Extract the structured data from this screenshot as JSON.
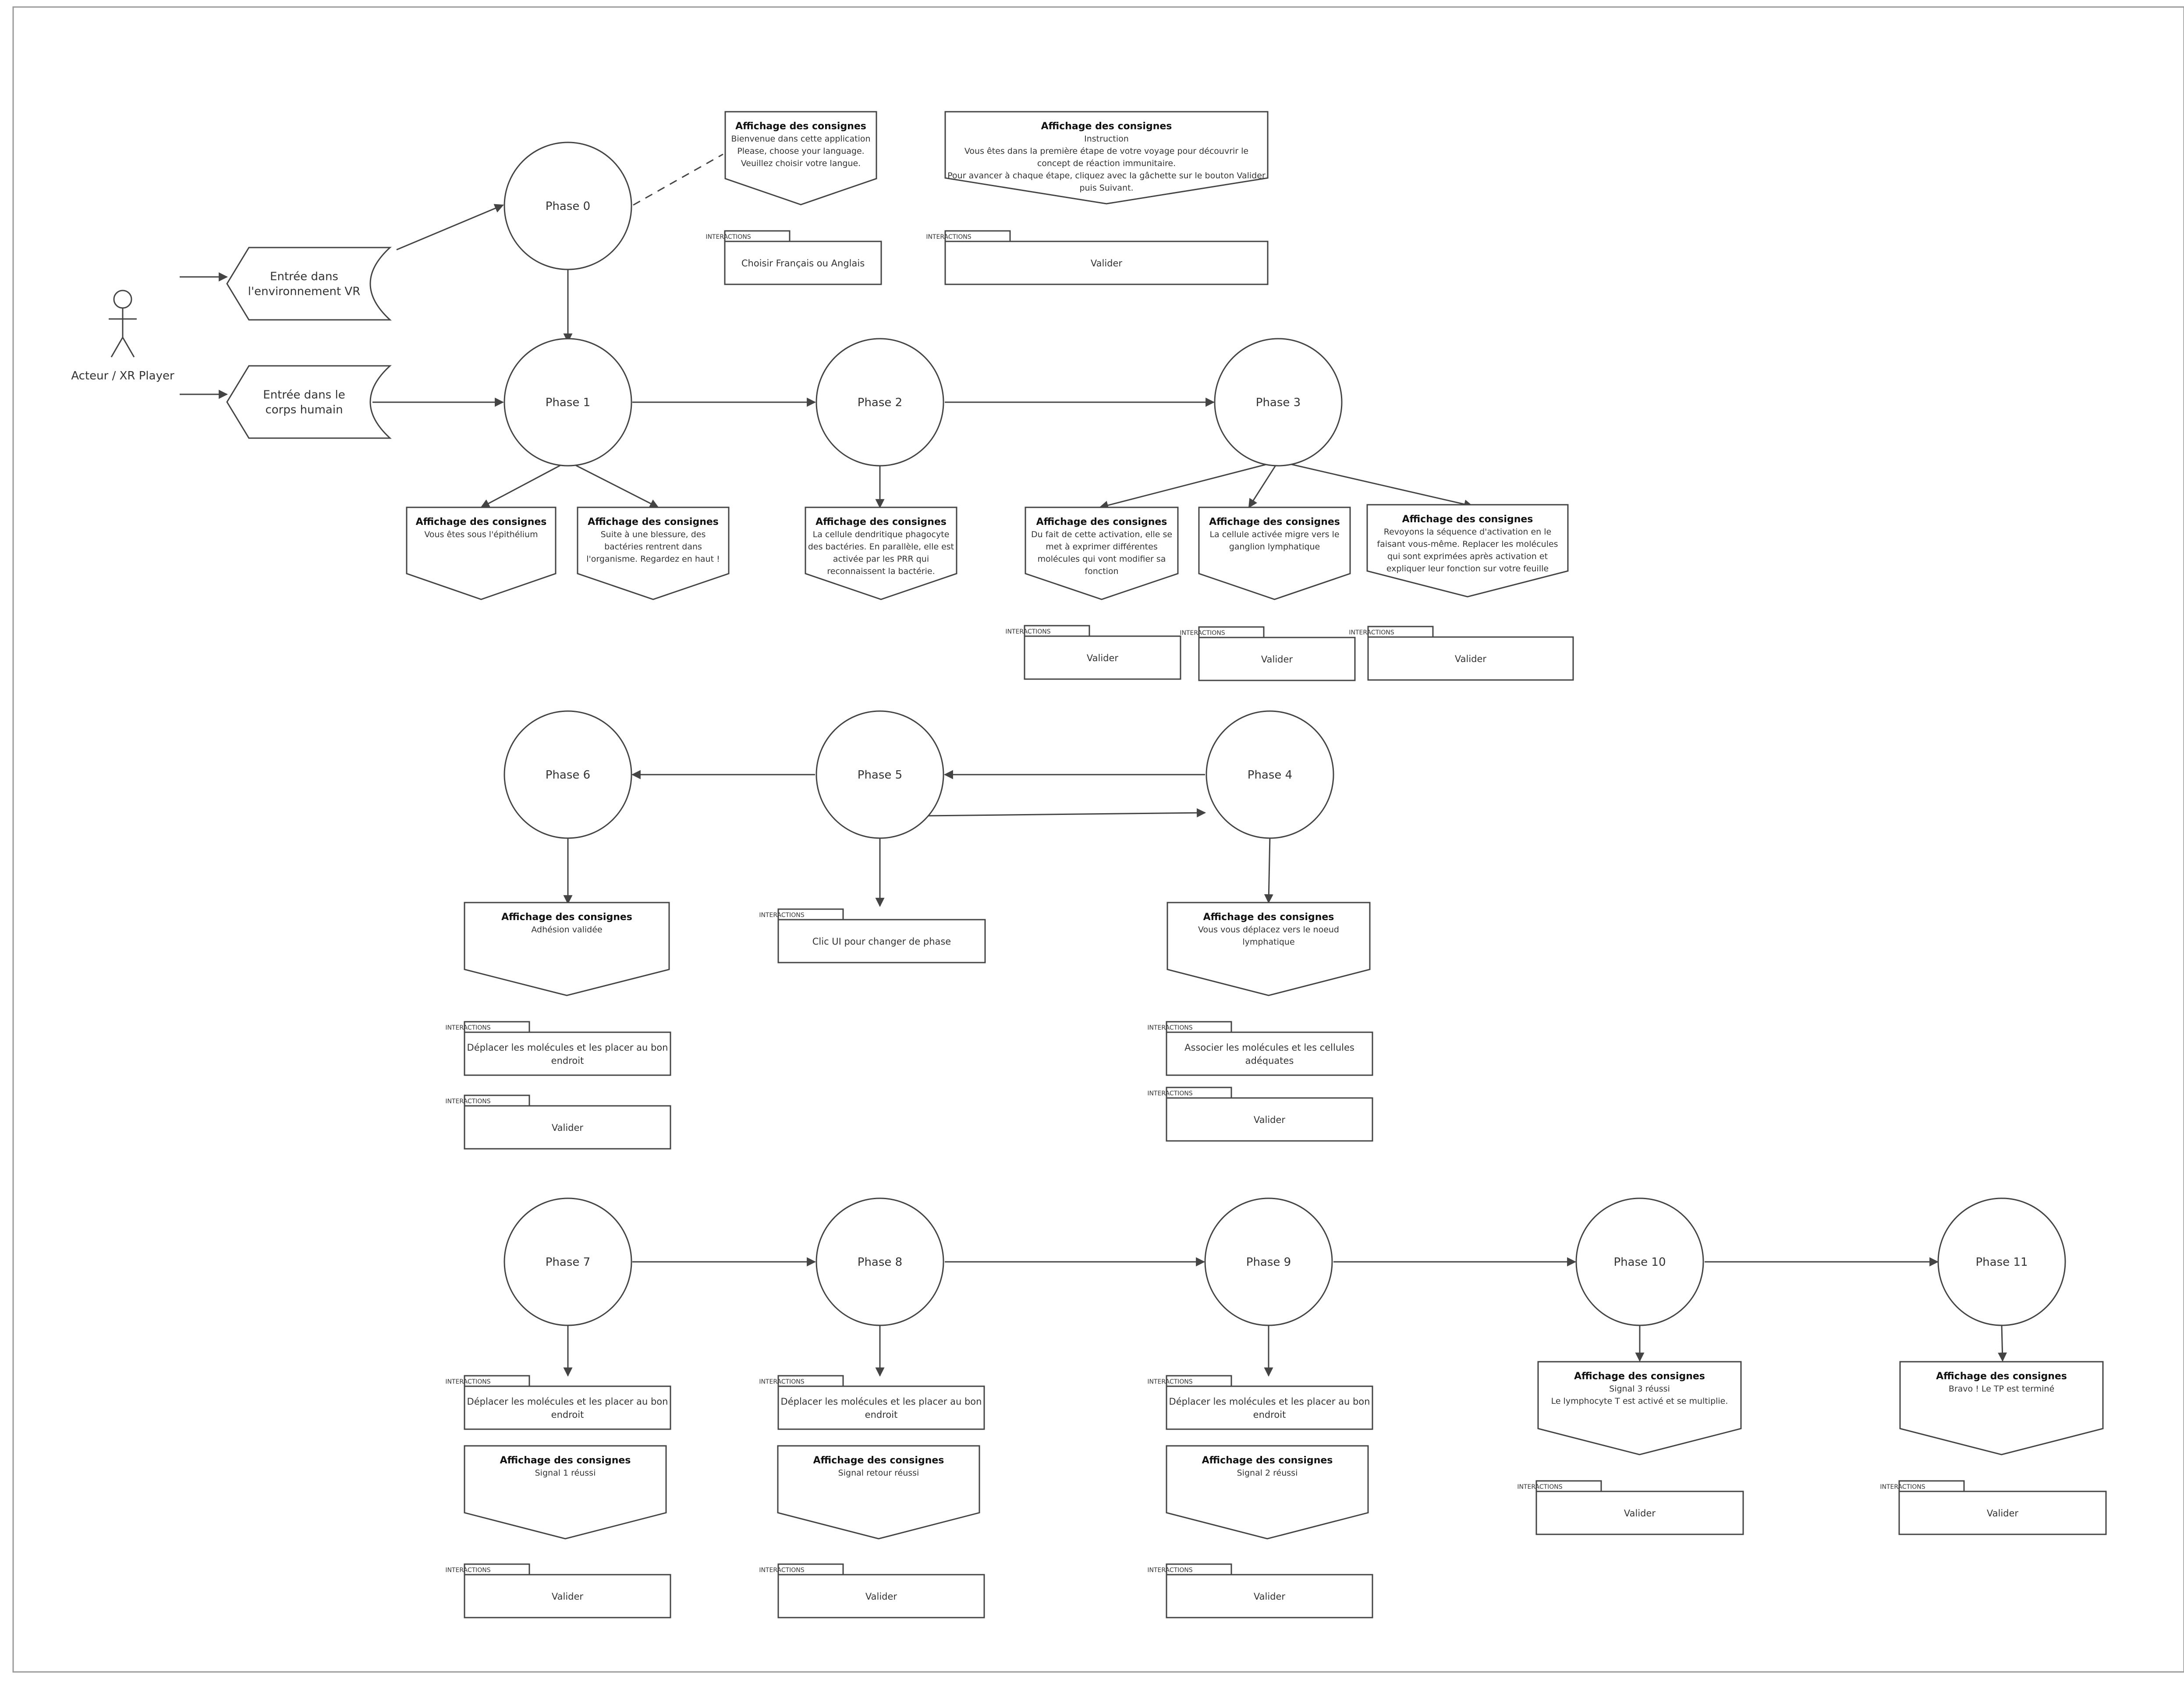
{
  "actor": {
    "label": "Acteur / XR Player"
  },
  "entries": [
    {
      "id": "entry-vr",
      "lines": [
        "Entrée dans",
        "l'environnement VR"
      ]
    },
    {
      "id": "entry-body",
      "lines": [
        "Entrée dans le",
        "corps humain"
      ]
    }
  ],
  "phases": [
    {
      "id": "p0",
      "label": "Phase 0"
    },
    {
      "id": "p1",
      "label": "Phase 1"
    },
    {
      "id": "p2",
      "label": "Phase 2"
    },
    {
      "id": "p3",
      "label": "Phase 3"
    },
    {
      "id": "p4",
      "label": "Phase 4"
    },
    {
      "id": "p5",
      "label": "Phase 5"
    },
    {
      "id": "p6",
      "label": "Phase 6"
    },
    {
      "id": "p7",
      "label": "Phase 7"
    },
    {
      "id": "p8",
      "label": "Phase 8"
    },
    {
      "id": "p9",
      "label": "Phase 9"
    },
    {
      "id": "p10",
      "label": "Phase 10"
    },
    {
      "id": "p11",
      "label": "Phase 11"
    }
  ],
  "consignes": [
    {
      "id": "c0a",
      "title": "Affichage des consignes",
      "lines": [
        "Bienvenue dans cette application",
        "Please, choose your language.",
        "Veuillez choisir votre langue."
      ]
    },
    {
      "id": "c0b",
      "title": "Affichage des consignes",
      "lines": [
        "Instruction",
        "Vous êtes dans la première étape de votre voyage pour découvrir le",
        "concept de réaction immunitaire.",
        "Pour avancer à chaque étape, cliquez avec la gâchette sur le bouton Valider",
        "puis Suivant."
      ]
    },
    {
      "id": "c1a",
      "title": "Affichage des consignes",
      "lines": [
        "Vous êtes sous l'épithélium"
      ]
    },
    {
      "id": "c1b",
      "title": "Affichage des consignes",
      "lines": [
        "Suite à une blessure, des",
        "bactéries rentrent dans",
        "l'organisme. Regardez en haut !"
      ]
    },
    {
      "id": "c2",
      "title": "Affichage des consignes",
      "lines": [
        "La cellule dendritique phagocyte",
        "des bactéries. En parallèle, elle est",
        "activée par les PRR qui",
        "reconnaissent la bactérie."
      ]
    },
    {
      "id": "c3a",
      "title": "Affichage des consignes",
      "lines": [
        "Du fait de cette activation, elle se",
        "met à exprimer différentes",
        "molécules qui vont modifier sa",
        "fonction"
      ]
    },
    {
      "id": "c3b",
      "title": "Affichage des consignes",
      "lines": [
        "La cellule activée migre vers le",
        "ganglion lymphatique"
      ]
    },
    {
      "id": "c3c",
      "title": "Affichage des consignes",
      "lines": [
        "Revoyons la séquence d'activation en le",
        "faisant vous-même. Replacer les molécules",
        "qui sont exprimées après activation et",
        "expliquer leur fonction sur votre feuille"
      ]
    },
    {
      "id": "c6",
      "title": "Affichage des consignes",
      "lines": [
        "Adhésion validée"
      ]
    },
    {
      "id": "c4",
      "title": "Affichage des consignes",
      "lines": [
        "Vous vous déplacez vers le noeud",
        "lymphatique"
      ]
    },
    {
      "id": "c7",
      "title": "Affichage des consignes",
      "lines": [
        "Signal 1 réussi"
      ]
    },
    {
      "id": "c8",
      "title": "Affichage des consignes",
      "lines": [
        "Signal retour réussi"
      ]
    },
    {
      "id": "c9",
      "title": "Affichage des consignes",
      "lines": [
        "Signal 2 réussi"
      ]
    },
    {
      "id": "c10",
      "title": "Affichage des consignes",
      "lines": [
        "Signal 3 réussi",
        "Le lymphocyte T est activé et se multiplie."
      ]
    },
    {
      "id": "c11",
      "title": "Affichage des consignes",
      "lines": [
        "Bravo ! Le TP est terminé"
      ]
    }
  ],
  "interactions_tag": "INTERACTIONS",
  "interactions": [
    {
      "id": "i0a",
      "lines": [
        "Choisir Français ou Anglais"
      ]
    },
    {
      "id": "i0b",
      "lines": [
        "Valider"
      ]
    },
    {
      "id": "i3a",
      "lines": [
        "Valider"
      ]
    },
    {
      "id": "i3b",
      "lines": [
        "Valider"
      ]
    },
    {
      "id": "i3c",
      "lines": [
        "Valider"
      ]
    },
    {
      "id": "i5",
      "lines": [
        "Clic UI pour changer de phase"
      ]
    },
    {
      "id": "i6a",
      "lines": [
        "Déplacer les molécules et les placer au bon",
        "endroit"
      ]
    },
    {
      "id": "i6b",
      "lines": [
        "Valider"
      ]
    },
    {
      "id": "i4a",
      "lines": [
        "Associer les molécules et les cellules",
        "adéquates"
      ]
    },
    {
      "id": "i4b",
      "lines": [
        "Valider"
      ]
    },
    {
      "id": "i7a",
      "lines": [
        "Déplacer les molécules et les placer au bon",
        "endroit"
      ]
    },
    {
      "id": "i7b",
      "lines": [
        "Valider"
      ]
    },
    {
      "id": "i8a",
      "lines": [
        "Déplacer les molécules et les placer au bon",
        "endroit"
      ]
    },
    {
      "id": "i8b",
      "lines": [
        "Valider"
      ]
    },
    {
      "id": "i9a",
      "lines": [
        "Déplacer les molécules et les placer au bon",
        "endroit"
      ]
    },
    {
      "id": "i9b",
      "lines": [
        "Valider"
      ]
    },
    {
      "id": "i10",
      "lines": [
        "Valider"
      ]
    },
    {
      "id": "i11",
      "lines": [
        "Valider"
      ]
    }
  ]
}
